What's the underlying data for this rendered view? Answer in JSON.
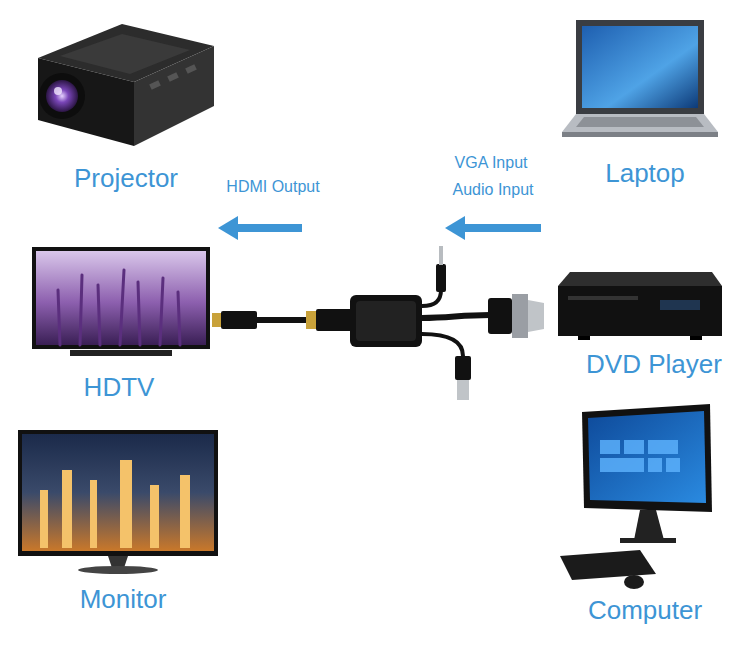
{
  "diagram": {
    "labels": [
      "Projector",
      "HDMI Output",
      "VGA Input",
      "Audio Input",
      "Laptop",
      "HDTV",
      "DVD Player",
      "Monitor",
      "Computer"
    ]
  }
}
